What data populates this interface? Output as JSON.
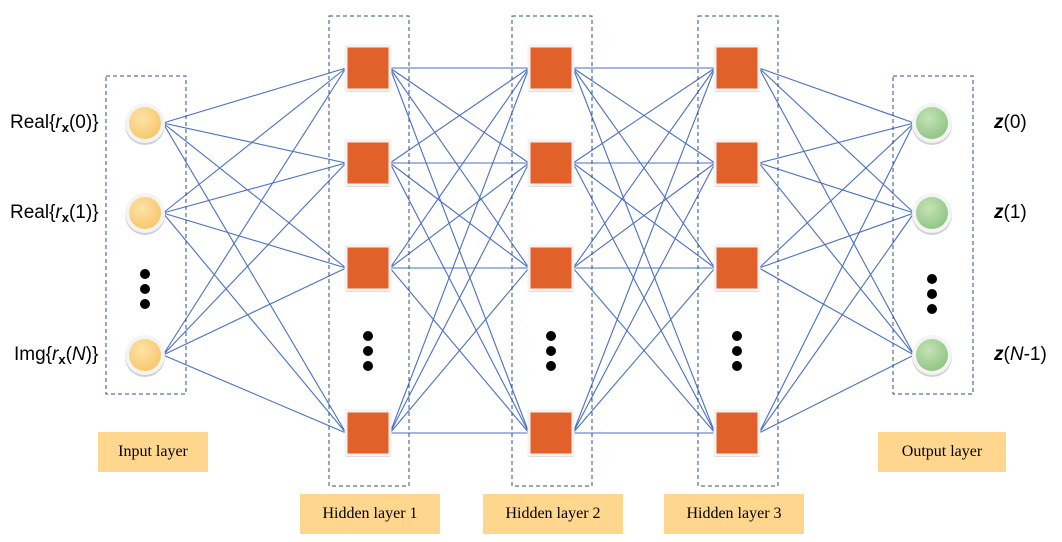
{
  "colors": {
    "connection": "#4A6FC4",
    "hidden_node_fill": "#E2612A",
    "hidden_node_border": "#F2F2F2",
    "input_node_fill": "#F7C66A",
    "output_node_fill": "#8FC482",
    "caption_fill": "#FFD68E",
    "group_border": "#2E4C8F"
  },
  "input_labels": [
    {
      "prefix": "Real{",
      "var": "r",
      "sub": "x",
      "arg": "(0)",
      "suffix": "}"
    },
    {
      "prefix": "Real{",
      "var": "r",
      "sub": "x",
      "arg": "(1)",
      "suffix": "}"
    },
    {
      "prefix": "Img{",
      "var": "r",
      "sub": "x",
      "arg": "(",
      "arg_var": "N",
      "arg_end": ")",
      "suffix": "}"
    }
  ],
  "output_labels": [
    {
      "var": "z",
      "arg": "(0)"
    },
    {
      "var": "z",
      "arg": "(1)"
    },
    {
      "var": "z",
      "arg": "(",
      "arg_var": "N",
      "arg_end": "-1)"
    }
  ],
  "captions": {
    "input": "Input  layer",
    "hidden1": "Hidden  layer 1",
    "hidden2": "Hidden  layer 2",
    "hidden3": "Hidden  layer 3",
    "output": "Output  layer"
  }
}
